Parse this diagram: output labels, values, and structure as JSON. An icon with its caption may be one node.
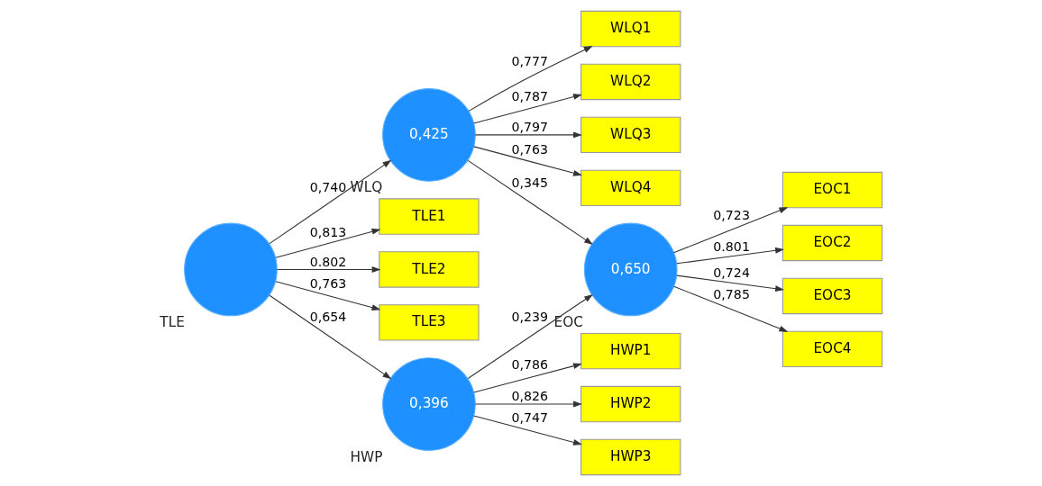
{
  "diagram": {
    "nodes": [
      {
        "text": [
          "WLQ1"
        ]
      },
      {
        "text": [
          "WLQ2"
        ]
      },
      {
        "text": [
          "WLQ3"
        ]
      },
      {
        "text": [
          "WLQ4"
        ]
      },
      {
        "text": [
          "0,425",
          "WLQ"
        ]
      },
      {
        "text": [
          "TLE1"
        ]
      },
      {
        "text": [
          "TLE2"
        ]
      },
      {
        "text": [
          "TLE3"
        ]
      },
      {
        "text": [
          "TLE"
        ]
      },
      {
        "text": [
          "0,650",
          "EOC"
        ]
      },
      {
        "text": [
          "EOC1"
        ]
      },
      {
        "text": [
          "EOC2"
        ]
      },
      {
        "text": [
          "EOC3"
        ]
      },
      {
        "text": [
          "EOC4"
        ]
      },
      {
        "text": [
          "0,396",
          "HWP"
        ]
      },
      {
        "text": [
          "HWP1"
        ]
      },
      {
        "text": [
          "HWP2"
        ]
      },
      {
        "text": [
          "HWP3"
        ]
      }
    ],
    "edges": [
      {
        "from": 4,
        "to": 0,
        "arrow": "to",
        "label": "0,777"
      },
      {
        "from": 4,
        "to": 1,
        "arrow": "to",
        "label": "0,787"
      },
      {
        "from": 4,
        "to": 2,
        "arrow": "to",
        "label": "0,797"
      },
      {
        "from": 4,
        "to": 3,
        "arrow": "to",
        "label": "0,763"
      },
      {
        "from": 8,
        "to": 5,
        "arrow": "to",
        "label": "0,813"
      },
      {
        "from": 8,
        "to": 6,
        "arrow": "to",
        "label": "0.802"
      },
      {
        "from": 8,
        "to": 7,
        "arrow": "to",
        "label": "0,763"
      },
      {
        "from": 8,
        "to": 4,
        "arrow": "to",
        "label": "0,740"
      },
      {
        "from": 8,
        "to": 14,
        "arrow": "to",
        "label": "0,654"
      },
      {
        "from": 4,
        "to": 9,
        "arrow": "to",
        "label": "0,345"
      },
      {
        "from": 14,
        "to": 9,
        "arrow": "to",
        "label": "0,239"
      },
      {
        "from": 9,
        "to": 10,
        "arrow": "to",
        "label": "0,723"
      },
      {
        "from": 9,
        "to": 11,
        "arrow": "to",
        "label": "0.801"
      },
      {
        "from": 9,
        "to": 12,
        "arrow": "to",
        "label": "0,724"
      },
      {
        "from": 9,
        "to": 13,
        "arrow": "to",
        "label": "0,785"
      },
      {
        "from": 14,
        "to": 15,
        "arrow": "to",
        "label": "0,786"
      },
      {
        "from": 14,
        "to": 16,
        "arrow": "to",
        "label": "0,826"
      },
      {
        "from": 14,
        "to": 17,
        "arrow": "to",
        "label": "0,747"
      }
    ]
  }
}
